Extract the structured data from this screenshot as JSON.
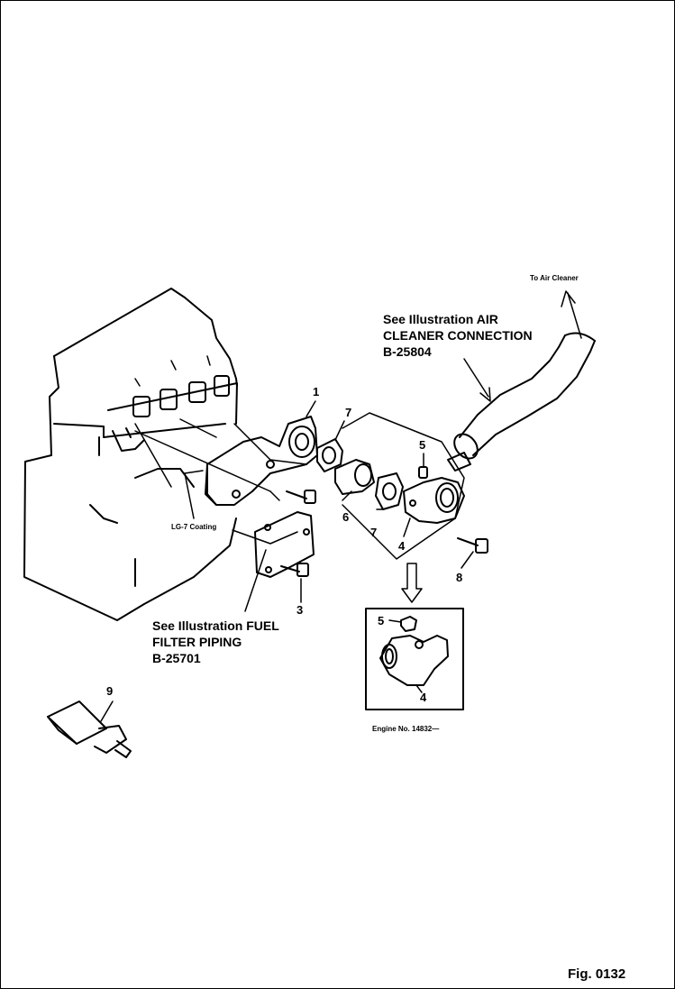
{
  "labels": {
    "to_air_cleaner": "To Air Cleaner",
    "air_cleaner_ref": {
      "line1": "See Illustration AIR",
      "line2": "CLEANER CONNECTION",
      "line3": "B-25804"
    },
    "fuel_filter_ref": {
      "line1": "See Illustration FUEL",
      "line2": "FILTER PIPING",
      "line3": "B-25701"
    },
    "lg7_coating": "LG-7 Coating",
    "engine_no": "Engine No. 14832—",
    "figure_number": "Fig. 0132"
  },
  "part_numbers": {
    "p1": "1",
    "p3": "3",
    "p4": "4",
    "p5": "5",
    "p6": "6",
    "p7a": "7",
    "p7b": "7",
    "p8": "8",
    "p9": "9",
    "detail_p5": "5",
    "detail_p4": "4"
  }
}
